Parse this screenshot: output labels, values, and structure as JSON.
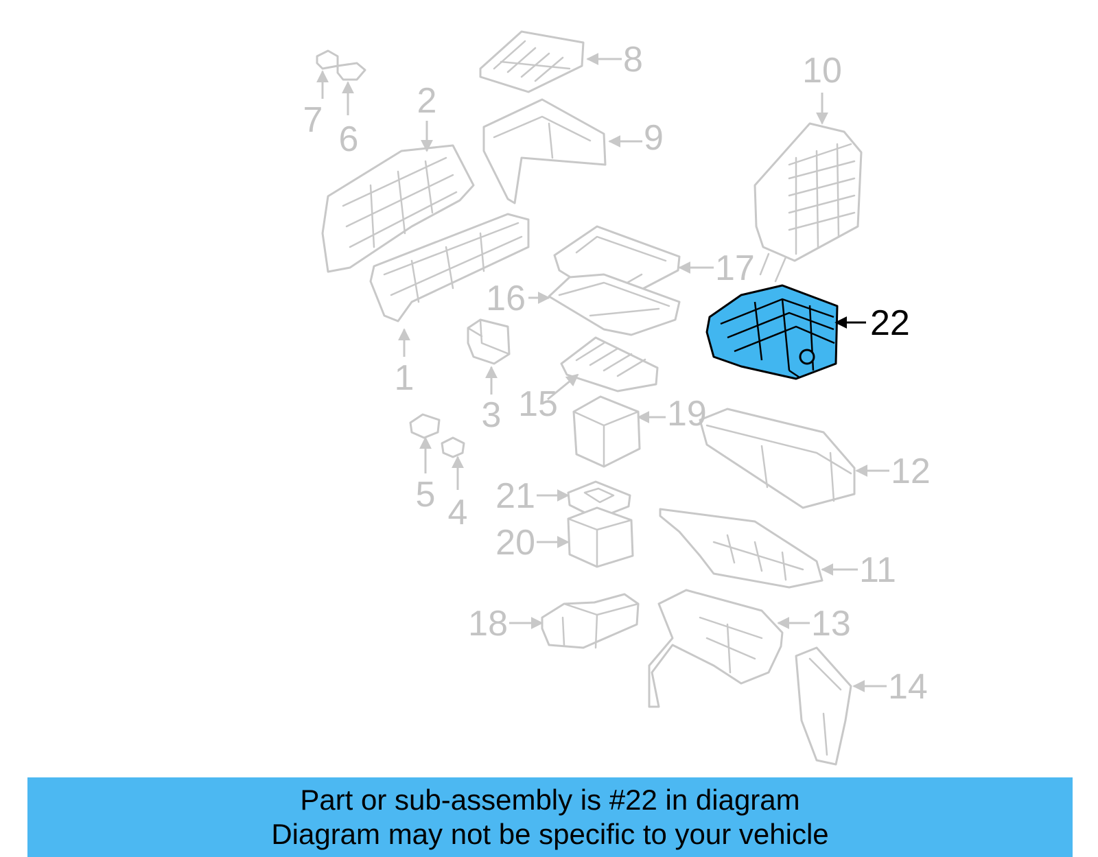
{
  "diagram": {
    "highlighted_part": "22",
    "highlight_color": "#41b6f0",
    "line_color": "#c8c8c8",
    "callouts": [
      "1",
      "2",
      "3",
      "4",
      "5",
      "6",
      "7",
      "8",
      "9",
      "10",
      "11",
      "12",
      "13",
      "14",
      "15",
      "16",
      "17",
      "18",
      "19",
      "20",
      "21",
      "22"
    ]
  },
  "banner": {
    "background": "#4cb8f2",
    "line1": "Part or sub-assembly is #22 in diagram",
    "line2": "Diagram may not be specific to your vehicle"
  }
}
